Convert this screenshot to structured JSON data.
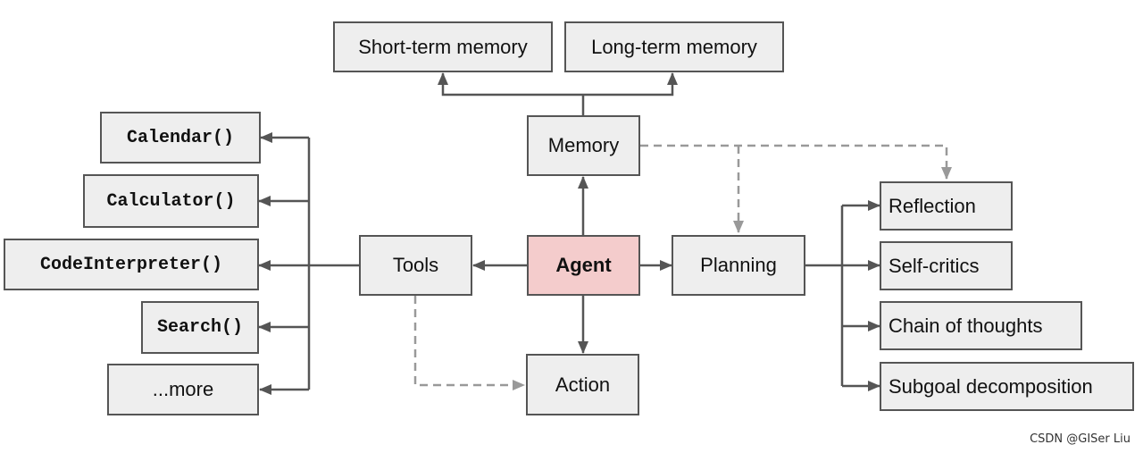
{
  "nodes": {
    "short_term_memory": "Short-term memory",
    "long_term_memory": "Long-term memory",
    "memory": "Memory",
    "agent": "Agent",
    "tools": "Tools",
    "planning": "Planning",
    "action": "Action",
    "calendar": "Calendar()",
    "calculator": "Calculator()",
    "code_interpreter": "CodeInterpreter()",
    "search": "Search()",
    "more": "...more",
    "reflection": "Reflection",
    "self_critics": "Self-critics",
    "chain_of_thoughts": "Chain of thoughts",
    "subgoal_decomposition": "Subgoal decomposition"
  },
  "watermark": "CSDN @GISer Liu",
  "colors": {
    "box_fill": "#eeeeee",
    "box_border": "#555555",
    "agent_fill": "#f4cccc",
    "solid_arrow": "#555555",
    "dashed_arrow": "#999999"
  }
}
